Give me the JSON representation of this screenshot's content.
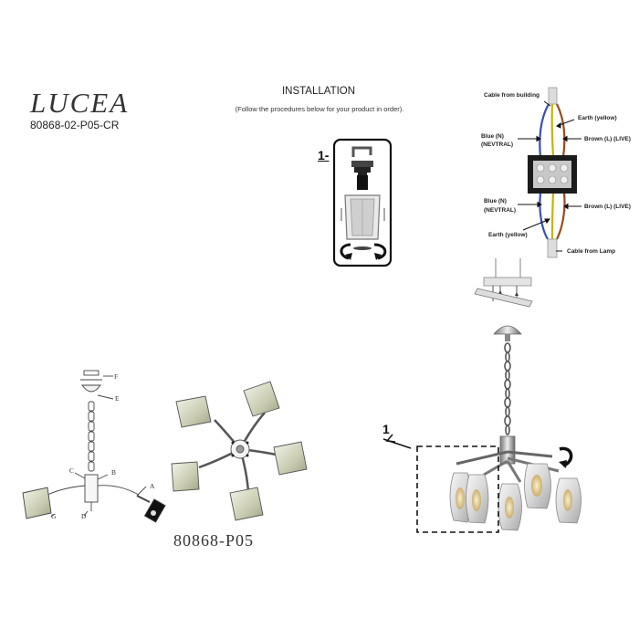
{
  "header": {
    "brand": "LUCEA",
    "model_code": "80868-02-P05-CR"
  },
  "installation": {
    "title": "INSTALLATION",
    "note": "(Follow the procedures below for your product in order)."
  },
  "wiring": {
    "cable_from_building": "Cable from building",
    "earth_top": "Earth (yellow)",
    "blue_top_1": "Blue (N)",
    "blue_top_2": "(NEVTRAL)",
    "brown_top": "Brown (L) (LIVE)",
    "blue_bottom_1": "Blue (N)",
    "blue_bottom_2": "(NEVTRAL)",
    "brown_bottom": "Brown (L) (LIVE)",
    "earth_bottom": "Earth (yellow)",
    "cable_from_lamp": "Cable from Lamp",
    "colors": {
      "blue": "#3a4fb8",
      "brown": "#9a4a1c",
      "earth": "#c8b400"
    }
  },
  "steps": {
    "step1_label": "1-",
    "step1_callout": "1"
  },
  "diagram": {
    "part_letters": [
      "F",
      "E",
      "C",
      "B",
      "A",
      "G",
      "D"
    ],
    "variant_label": "80868-P05"
  }
}
